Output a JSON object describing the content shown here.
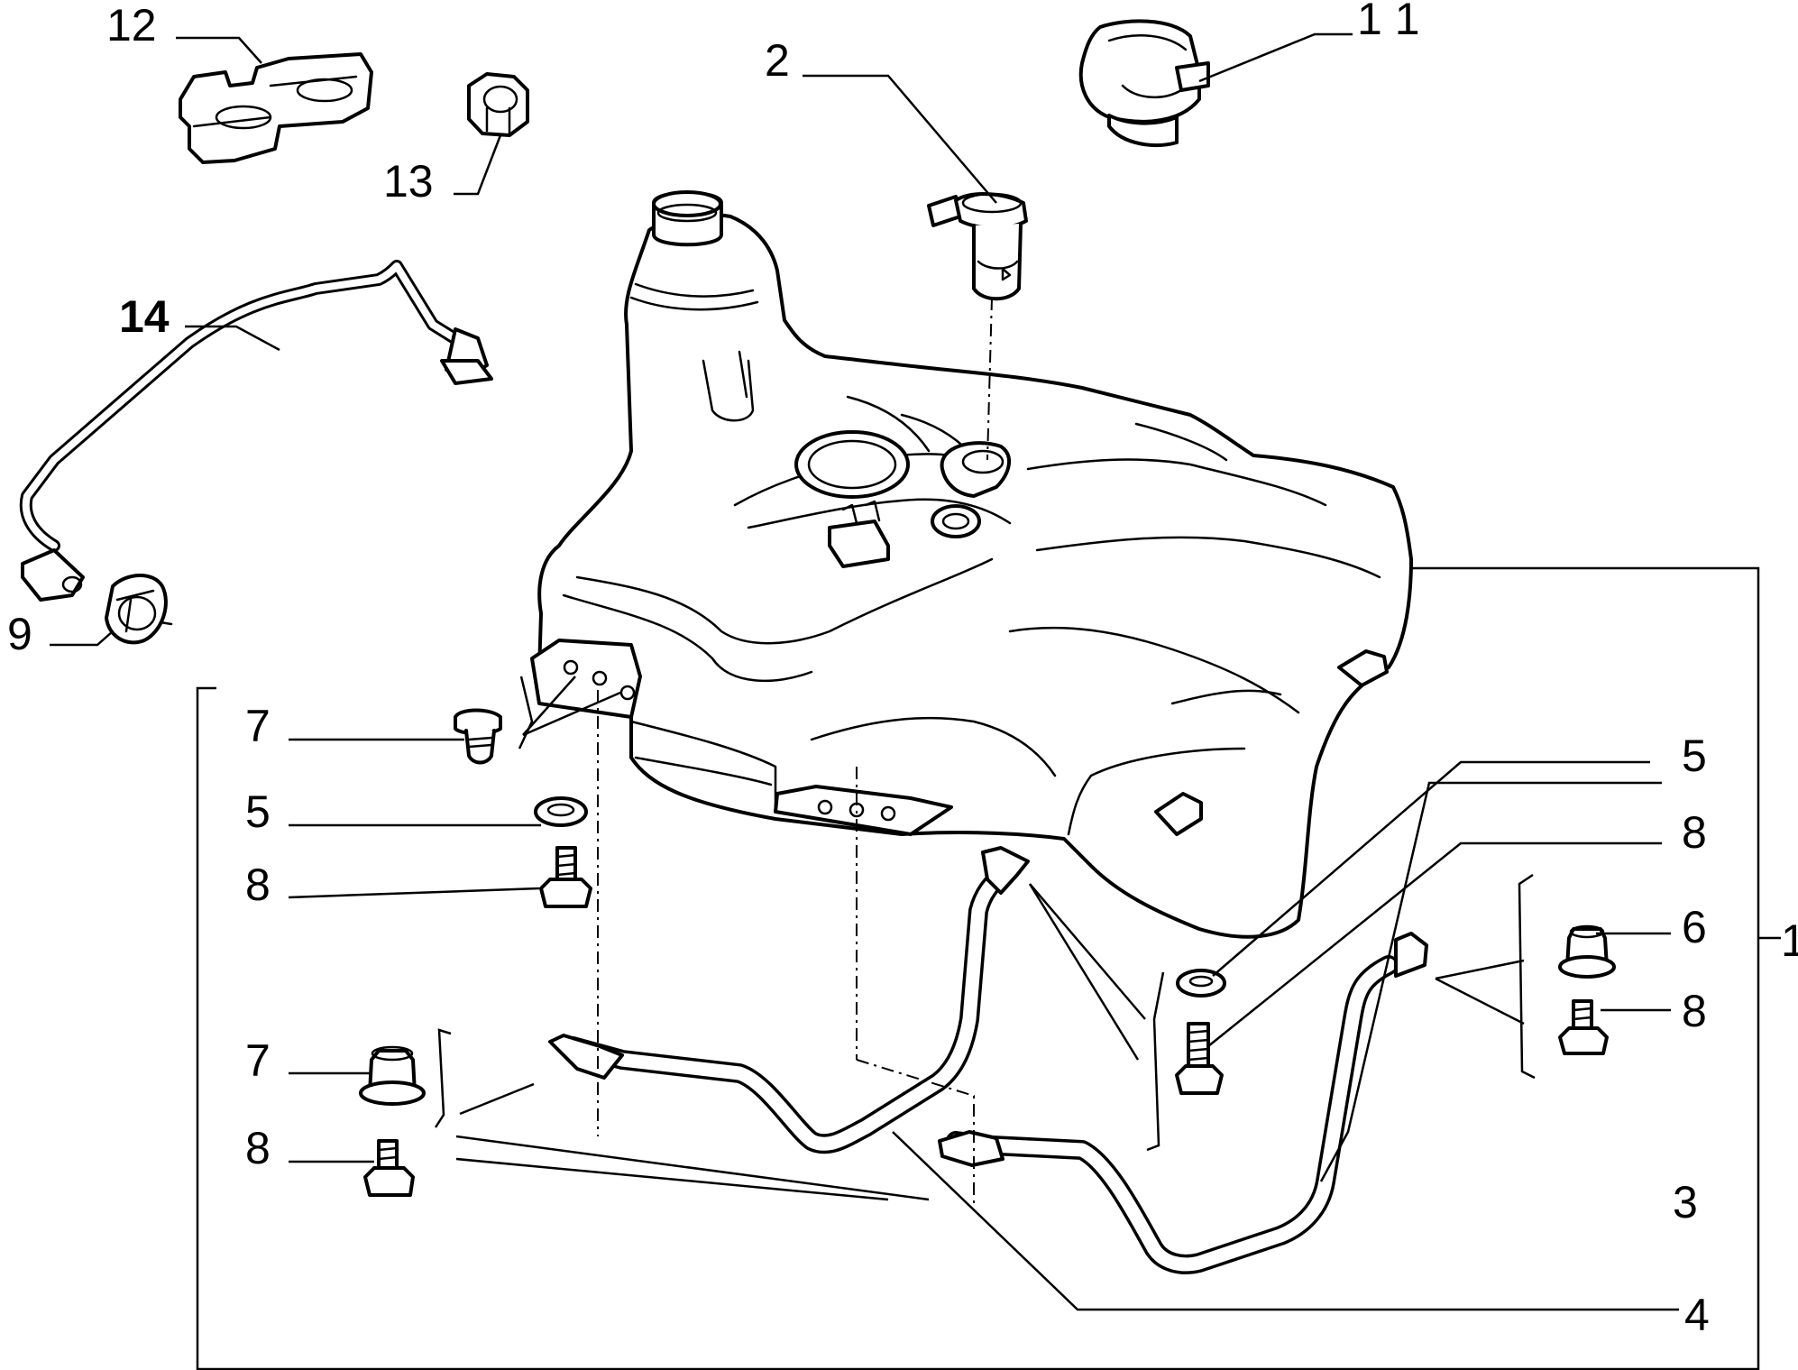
{
  "labels": {
    "l1": "1",
    "l2": "2",
    "l3": "3",
    "l4": "4",
    "l5a": "5",
    "l5b": "5",
    "l6": "6",
    "l7a": "7",
    "l7b": "7",
    "l8a": "8",
    "l8b": "8",
    "l8c": "8",
    "l8d": "8",
    "l9": "9",
    "l11": "1 1",
    "l12": "12",
    "l13": "13",
    "l14": "14"
  }
}
